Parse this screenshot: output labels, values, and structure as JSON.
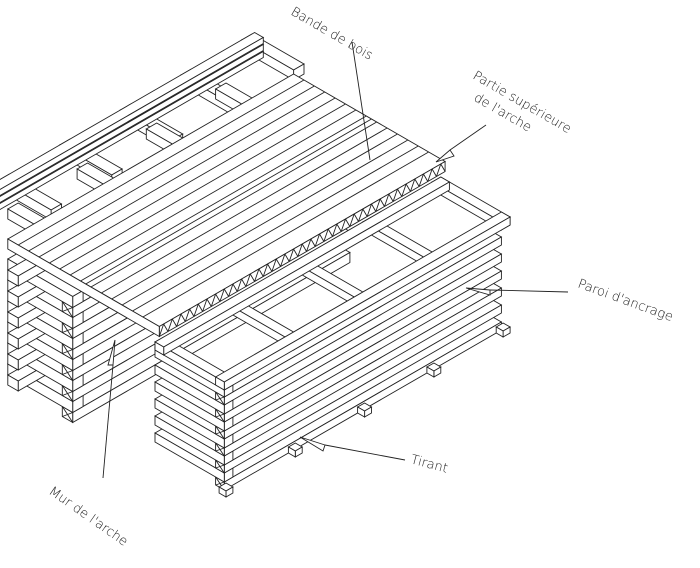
{
  "labels": {
    "bande": "Bande de bois",
    "partie_line1": "Partie supérieure",
    "partie_line2": "de l'arche",
    "paroi": "Paroi d'ancrage",
    "tirant": "Tirant",
    "mur": "Mur de l'arche"
  },
  "colors": {
    "ink": "#222222",
    "paper": "#ffffff"
  }
}
